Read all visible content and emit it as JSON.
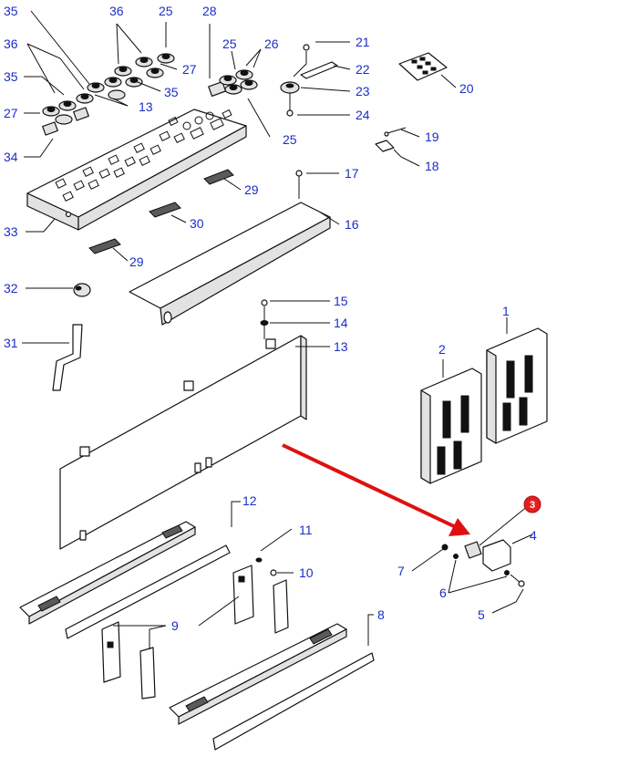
{
  "labels": {
    "l1": "1",
    "l2": "2",
    "l3": "3",
    "l4": "4",
    "l5": "5",
    "l6": "6",
    "l7": "7",
    "l8": "8",
    "l9": "9",
    "l10": "10",
    "l11": "11",
    "l12": "12",
    "l13a": "13",
    "l13b": "13",
    "l14": "14",
    "l15": "15",
    "l16": "16",
    "l17": "17",
    "l18": "18",
    "l19": "19",
    "l20": "20",
    "l21": "21",
    "l22": "22",
    "l23": "23",
    "l24": "24",
    "l25a": "25",
    "l25b": "25",
    "l25c": "25",
    "l26": "26",
    "l27a": "27",
    "l27b": "27",
    "l28": "28",
    "l29a": "29",
    "l29b": "29",
    "l30": "30",
    "l31": "31",
    "l32": "32",
    "l33": "33",
    "l34": "34",
    "l35a": "35",
    "l35b": "35",
    "l35c": "35",
    "l36a": "36",
    "l36b": "36"
  },
  "colors": {
    "label_text": "#1a2ec8",
    "highlight_arrow": "#e01010",
    "highlight_marker": "#e02020"
  }
}
